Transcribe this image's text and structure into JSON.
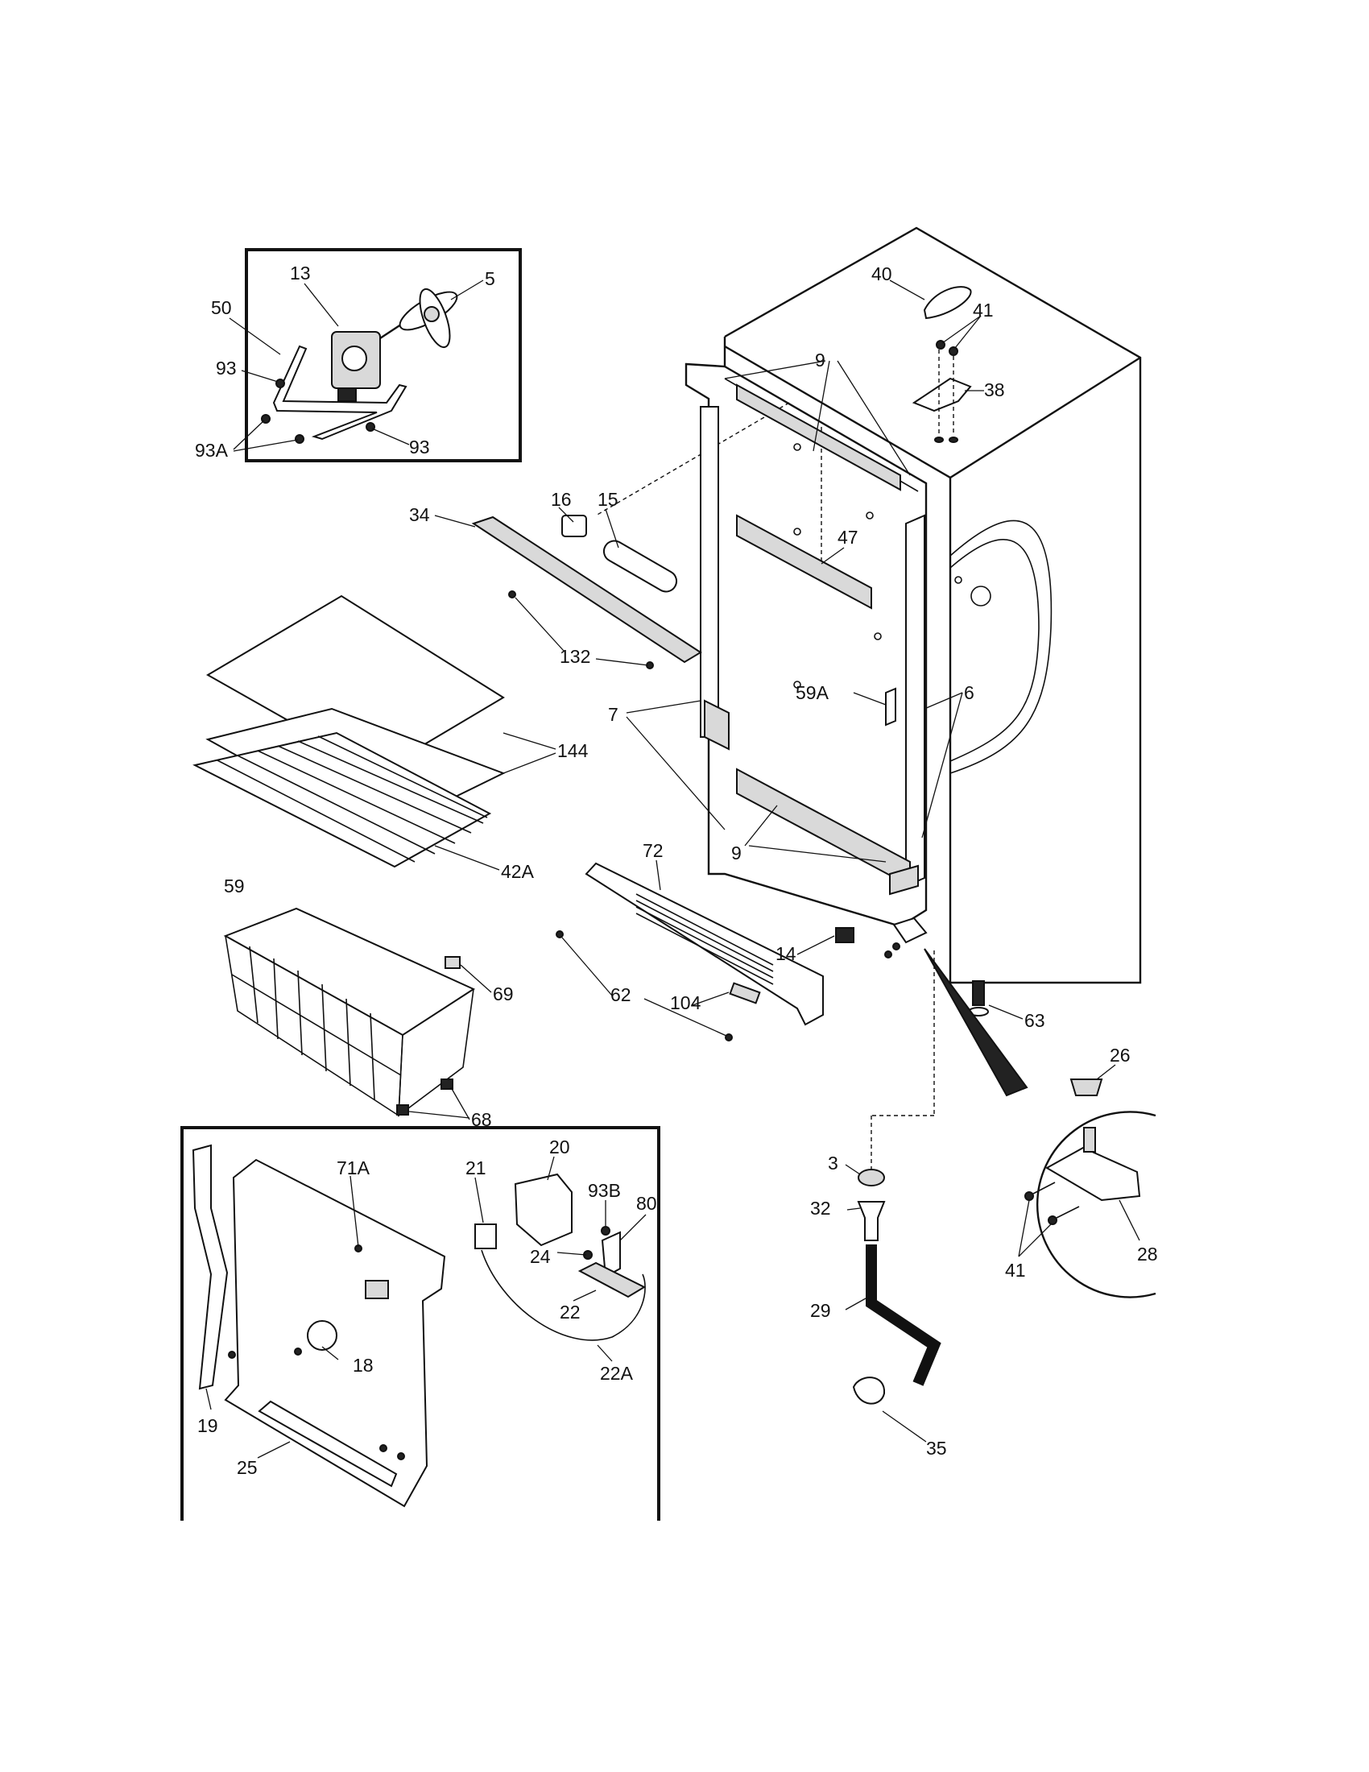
{
  "callouts": {
    "c13": "13",
    "c5": "5",
    "c50": "50",
    "c93a": "93",
    "c93b": "93",
    "c93A": "93A",
    "c40": "40",
    "c41a": "41",
    "c38": "38",
    "c9a": "9",
    "c16": "16",
    "c15": "15",
    "c34": "34",
    "c47": "47",
    "c132": "132",
    "c59A": "59A",
    "c6": "6",
    "c7": "7",
    "c144": "144",
    "c42A": "42A",
    "c59": "59",
    "c72": "72",
    "c9b": "9",
    "c14": "14",
    "c69": "69",
    "c104": "104",
    "c62": "62",
    "c63": "63",
    "c26": "26",
    "c68": "68",
    "c20": "20",
    "c71A": "71A",
    "c21": "21",
    "c93B": "93B",
    "c80": "80",
    "c3": "3",
    "c24": "24",
    "c32": "32",
    "c22": "22",
    "c41b": "41",
    "c28": "28",
    "c29": "29",
    "c18": "18",
    "c22A": "22A",
    "c19": "19",
    "c35": "35",
    "c25": "25"
  },
  "colors": {
    "line": "#111111",
    "background": "#ffffff",
    "shade": "#d9d9d9"
  }
}
